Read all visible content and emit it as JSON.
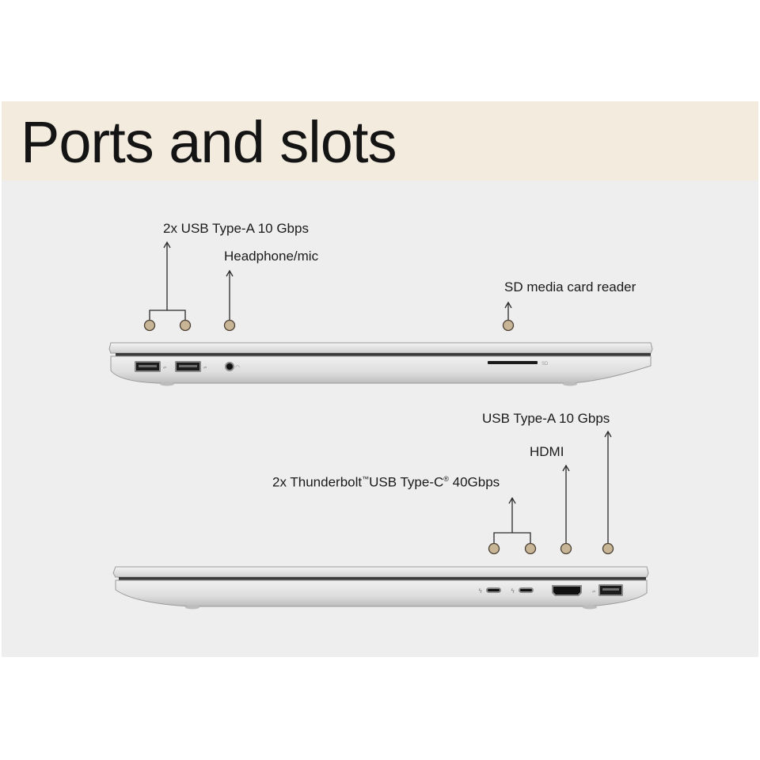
{
  "title": "Ports and slots",
  "labels": {
    "usb_a_left": "2x USB Type-A 10 Gbps",
    "headphone": "Headphone/mic",
    "sd_reader": "SD media card reader",
    "usb_a_right": "USB Type-A 10 Gbps",
    "hdmi": "HDMI",
    "thunderbolt_prefix": "2x Thunderbolt",
    "thunderbolt_tm": "™",
    "thunderbolt_mid": "USB Type-C",
    "thunderbolt_reg": "®",
    "thunderbolt_suffix": " 40Gbps"
  },
  "port_markings": {
    "sd": "SD"
  },
  "colors": {
    "title_band": "#f2ebde",
    "diagram_band": "#eeeeee",
    "marker_fill": "#c8b596",
    "marker_stroke": "#4a3f33",
    "laptop_body": "#dcdcdc",
    "port_black": "#1a1a1a"
  }
}
